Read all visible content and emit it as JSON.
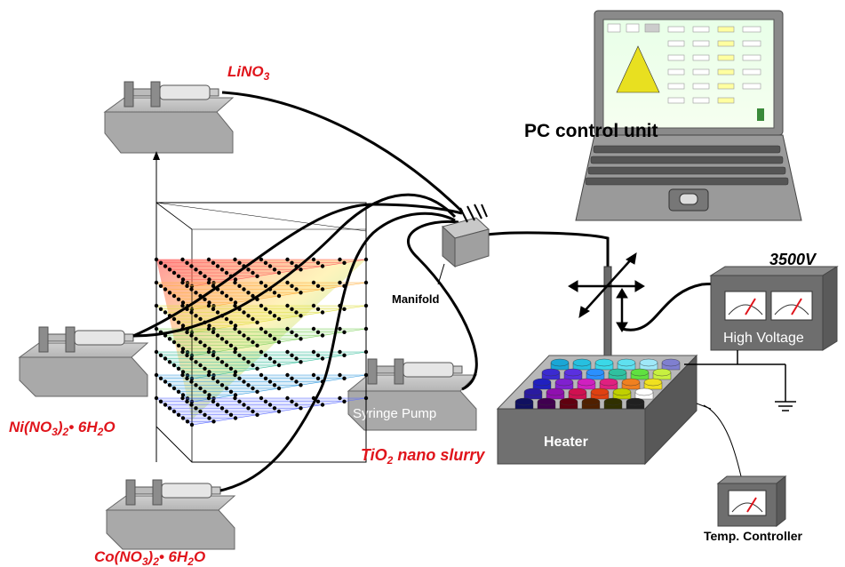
{
  "labels": {
    "lino3": {
      "main": "LiNO",
      "sub": "3"
    },
    "ni": {
      "a": "Ni(NO",
      "s1": "3",
      "b": ")",
      "s2": "2",
      "c": "• 6H",
      "s3": "2",
      "d": "O"
    },
    "co": {
      "a": "Co(NO",
      "s1": "3",
      "b": ")",
      "s2": "2",
      "c": "• 6H",
      "s3": "2",
      "d": "O"
    },
    "tio2": {
      "a": "TiO",
      "s1": "2",
      "b": " nano slurry"
    },
    "pc_control": "PC control unit",
    "manifold": "Manifold",
    "syringe_pump": "Syringe Pump",
    "voltage": "3500V",
    "high_voltage": "High Voltage",
    "heater": "Heater",
    "temp_controller": "Temp. Controller"
  },
  "colors": {
    "label_red": "#e0141b",
    "device_gray": "#a9a9a9",
    "device_dark": "#6e6e6e",
    "tube": "#000000"
  },
  "well_colors": [
    [
      "#1aa6d6",
      "#26c0e0",
      "#3ad8e8",
      "#5fe0f0",
      "#9fe8f8",
      "#7f7fd0"
    ],
    [
      "#3b2bd0",
      "#5a30e0",
      "#2a90ff",
      "#30c0a0",
      "#60e040",
      "#c8f040"
    ],
    [
      "#2020c0",
      "#8020d0",
      "#d020c0",
      "#e02080",
      "#f08020",
      "#f0e020"
    ],
    [
      "#2a1aa0",
      "#9010b0",
      "#d01050",
      "#e04010",
      "#c0d000",
      "#ffffff"
    ],
    [
      "#101060",
      "#400050",
      "#600010",
      "#502000",
      "#303000",
      "#202020"
    ]
  ]
}
